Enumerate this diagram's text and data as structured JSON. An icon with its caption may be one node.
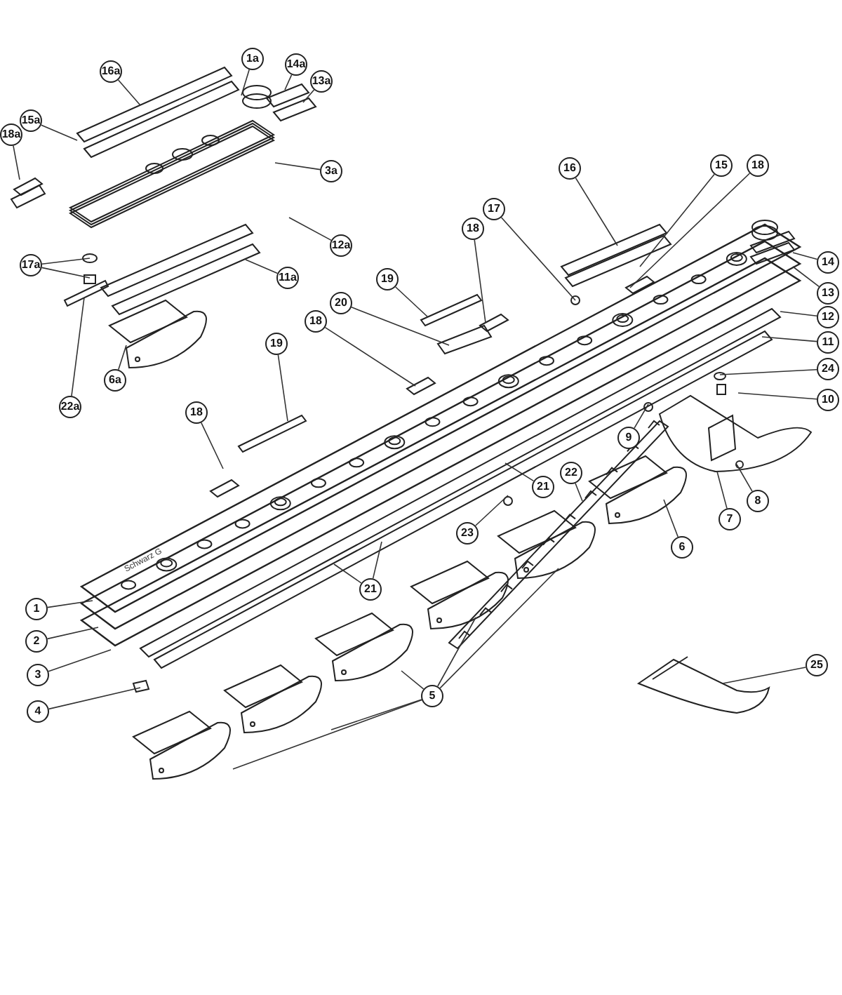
{
  "diagram": {
    "nodes": [
      {
        "text": [
          "1a"
        ]
      },
      {
        "text": [
          "14a"
        ]
      },
      {
        "text": [
          "16a"
        ]
      },
      {
        "text": [
          "13a"
        ]
      },
      {
        "text": [
          "15a"
        ]
      },
      {
        "text": [
          "18a"
        ]
      },
      {
        "text": [
          "16"
        ]
      },
      {
        "text": [
          "15"
        ]
      },
      {
        "text": [
          "18"
        ]
      },
      {
        "text": [
          "3a"
        ]
      },
      {
        "text": [
          "17"
        ]
      },
      {
        "text": [
          "18"
        ]
      },
      {
        "text": [
          "12a"
        ]
      },
      {
        "text": [
          "14"
        ]
      },
      {
        "text": [
          "19"
        ]
      },
      {
        "text": [
          "11a"
        ]
      },
      {
        "text": [
          "17a"
        ]
      },
      {
        "text": [
          "13"
        ]
      },
      {
        "text": [
          "20"
        ]
      },
      {
        "text": [
          "12"
        ]
      },
      {
        "text": [
          "18"
        ]
      },
      {
        "text": [
          "11"
        ]
      },
      {
        "text": [
          "19"
        ]
      },
      {
        "text": [
          "24"
        ]
      },
      {
        "text": [
          "6a"
        ]
      },
      {
        "text": [
          "10"
        ]
      },
      {
        "text": [
          "22a"
        ]
      },
      {
        "text": [
          "18"
        ]
      },
      {
        "text": [
          "9"
        ]
      },
      {
        "text": [
          "22"
        ]
      },
      {
        "text": [
          "21"
        ]
      },
      {
        "text": [
          "8"
        ]
      },
      {
        "text": [
          "7"
        ]
      },
      {
        "text": [
          "23"
        ]
      },
      {
        "text": [
          "6"
        ]
      },
      {
        "text": [
          "21"
        ]
      },
      {
        "text": [
          "1"
        ]
      },
      {
        "text": [
          "2"
        ]
      },
      {
        "text": [
          "25"
        ]
      },
      {
        "text": [
          "3"
        ]
      },
      {
        "text": [
          "5"
        ]
      },
      {
        "text": [
          "4"
        ]
      }
    ],
    "edges": [
      {
        "from": 0,
        "to": null,
        "arrow": "none"
      },
      {
        "from": 1,
        "to": null,
        "arrow": "none"
      },
      {
        "from": 2,
        "to": null,
        "arrow": "none"
      },
      {
        "from": 3,
        "to": null,
        "arrow": "none"
      },
      {
        "from": 4,
        "to": null,
        "arrow": "none"
      },
      {
        "from": 5,
        "to": null,
        "arrow": "none"
      },
      {
        "from": 6,
        "to": null,
        "arrow": "none"
      },
      {
        "from": 7,
        "to": null,
        "arrow": "none"
      },
      {
        "from": 8,
        "to": null,
        "arrow": "none"
      },
      {
        "from": 9,
        "to": null,
        "arrow": "none"
      },
      {
        "from": 10,
        "to": null,
        "arrow": "none"
      },
      {
        "from": 11,
        "to": null,
        "arrow": "none"
      },
      {
        "from": 12,
        "to": null,
        "arrow": "none"
      },
      {
        "from": 13,
        "to": null,
        "arrow": "none"
      },
      {
        "from": 14,
        "to": null,
        "arrow": "none"
      },
      {
        "from": 15,
        "to": null,
        "arrow": "none"
      },
      {
        "from": 16,
        "to": null,
        "arrow": "none"
      },
      {
        "from": 16,
        "to": null,
        "arrow": "none"
      },
      {
        "from": 17,
        "to": null,
        "arrow": "none"
      },
      {
        "from": 18,
        "to": null,
        "arrow": "none"
      },
      {
        "from": 19,
        "to": null,
        "arrow": "none"
      },
      {
        "from": 20,
        "to": null,
        "arrow": "none"
      },
      {
        "from": 21,
        "to": null,
        "arrow": "none"
      },
      {
        "from": 22,
        "to": null,
        "arrow": "none"
      },
      {
        "from": 23,
        "to": null,
        "arrow": "none"
      },
      {
        "from": 24,
        "to": null,
        "arrow": "none"
      },
      {
        "from": 25,
        "to": null,
        "arrow": "none"
      },
      {
        "from": 26,
        "to": null,
        "arrow": "none"
      },
      {
        "from": 27,
        "to": null,
        "arrow": "none"
      },
      {
        "from": 28,
        "to": null,
        "arrow": "none"
      },
      {
        "from": 29,
        "to": null,
        "arrow": "none"
      },
      {
        "from": 30,
        "to": null,
        "arrow": "none"
      },
      {
        "from": 31,
        "to": null,
        "arrow": "none"
      },
      {
        "from": 32,
        "to": null,
        "arrow": "none"
      },
      {
        "from": 33,
        "to": null,
        "arrow": "none"
      },
      {
        "from": 34,
        "to": null,
        "arrow": "none"
      },
      {
        "from": 35,
        "to": null,
        "arrow": "none"
      },
      {
        "from": 35,
        "to": null,
        "arrow": "none"
      },
      {
        "from": 36,
        "to": null,
        "arrow": "none"
      },
      {
        "from": 37,
        "to": null,
        "arrow": "none"
      },
      {
        "from": 38,
        "to": null,
        "arrow": "none"
      },
      {
        "from": 39,
        "to": null,
        "arrow": "none"
      },
      {
        "from": 40,
        "to": null,
        "arrow": "none"
      },
      {
        "from": 40,
        "to": null,
        "arrow": "none"
      },
      {
        "from": 40,
        "to": null,
        "arrow": "none"
      },
      {
        "from": 40,
        "to": null,
        "arrow": "none"
      },
      {
        "from": 40,
        "to": null,
        "arrow": "none"
      },
      {
        "from": 41,
        "to": null,
        "arrow": "none"
      }
    ],
    "labels": [
      "Schwarz G"
    ]
  }
}
